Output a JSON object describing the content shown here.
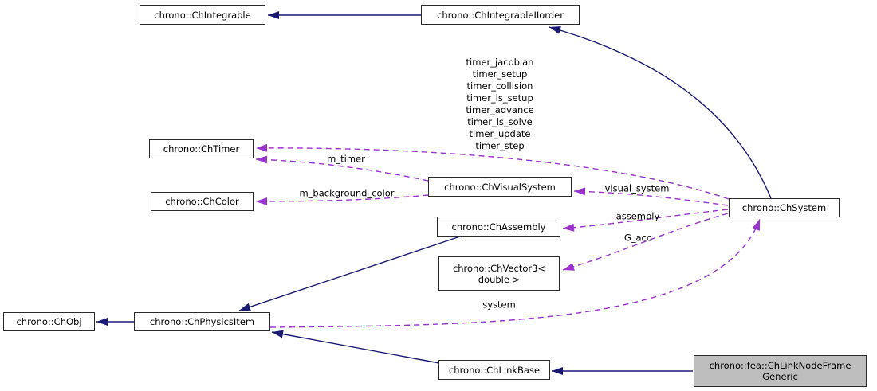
{
  "diagram": {
    "type": "doxygen-collaboration-graph",
    "colors": {
      "background": "#ffffff",
      "inheritance_edge": "#191970",
      "usage_edge": "#9a32cd",
      "node_border": "#2b2b2b",
      "node_fill": "#ffffff",
      "current_node_fill": "#bebebe",
      "text": "#000000"
    },
    "nodes": {
      "chintegrable": {
        "label": "chrono::ChIntegrable"
      },
      "chintegrableiiorder": {
        "label": "chrono::ChIntegrableIIorder"
      },
      "chtimer": {
        "label": "chrono::ChTimer"
      },
      "chcolor": {
        "label": "chrono::ChColor"
      },
      "chvisualsystem": {
        "label": "chrono::ChVisualSystem"
      },
      "chassembly": {
        "label": "chrono::ChAssembly"
      },
      "chvector3": {
        "label": "chrono::ChVector3<\ndouble >"
      },
      "chobj": {
        "label": "chrono::ChObj"
      },
      "chphysicsitem": {
        "label": "chrono::ChPhysicsItem"
      },
      "chsystem": {
        "label": "chrono::ChSystem"
      },
      "chlinkbase": {
        "label": "chrono::ChLinkBase"
      },
      "chlinknodeframegeneric": {
        "label": "chrono::fea::ChLinkNodeFrame\nGeneric"
      }
    },
    "edge_labels": {
      "timers": "timer_jacobian\ntimer_setup\ntimer_collision\ntimer_ls_setup\ntimer_advance\ntimer_ls_solve\ntimer_update\ntimer_step",
      "m_timer": "m_timer",
      "m_background_color": "m_background_color",
      "visual_system": "visual_system",
      "assembly": "assembly",
      "g_acc": "G_acc",
      "system": "system"
    }
  }
}
